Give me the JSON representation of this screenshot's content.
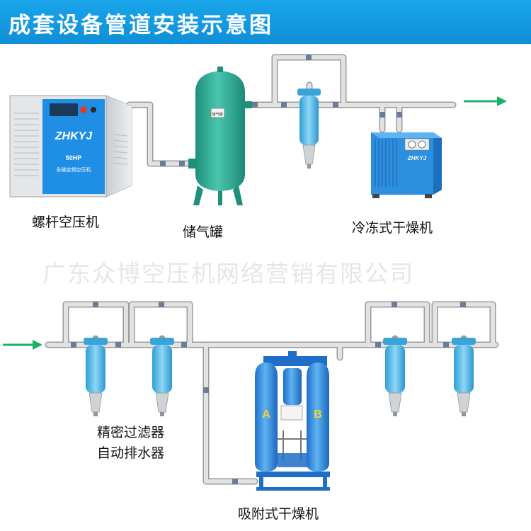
{
  "title": "成套设备管道安装示意图",
  "watermark": "广东众博空压机网络营销有限公司",
  "labels": {
    "screw_compressor": "螺杆空压机",
    "air_tank": "储气罐",
    "refrigerated_dryer": "冷冻式干燥机",
    "precision_filter_line1": "精密过滤器",
    "precision_filter_line2": "自动排水器",
    "adsorption_dryer": "吸附式干燥机"
  },
  "compressor_face": {
    "brand": "ZHKYJ",
    "power": "50HP",
    "subtitle": "永磁变频空压机"
  },
  "tank_plate": "储气罐",
  "dryer_brand": "ZHKYJ",
  "adsorber_towers": [
    "A",
    "B"
  ],
  "colors": {
    "banner": "#1aa5ea",
    "pipe": "#dcdcdc",
    "pipe_outline": "#9a9a9a",
    "flow_arrow": "#19b06a",
    "equipment_blue": "#2d8fe0",
    "tank_teal": "#2fae97",
    "filter_blue": "#4fb6e6"
  },
  "icons": [
    "flow-arrow-icon",
    "valve-icon"
  ]
}
